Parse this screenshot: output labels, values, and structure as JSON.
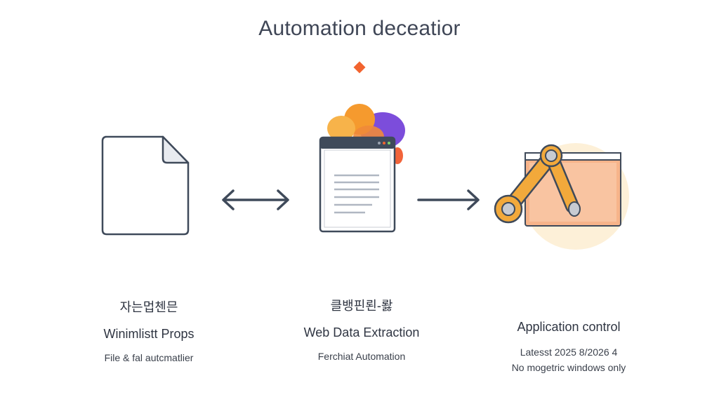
{
  "title": "Automation deceatior",
  "colors": {
    "accent_orange": "#f2642f",
    "outline_dark": "#3f4a5a",
    "robot_orange": "#f2a93b",
    "window_orange": "#f7b48a",
    "blob_purple": "#7c4ddb",
    "blob_orange": "#f59a2e"
  },
  "icons": {
    "left": "document-icon",
    "left_arrow": "double-arrow-icon",
    "middle": "browser-window-icon",
    "right_arrow": "right-arrow-icon",
    "right": "robot-arm-icon"
  },
  "columns": {
    "left": {
      "kr": "자는멉첸믄",
      "main": "Winimlistt Props",
      "sub1": "File & fal autcmatlier"
    },
    "middle": {
      "kr": "클뱅핀뢴-뢇",
      "main": "Web Data Extraction",
      "sub1": "Ferchiat Automation"
    },
    "right": {
      "main": "Application control",
      "sub1": "Latesst 2025 8/2026 4",
      "sub2": "No mogetric windows only"
    }
  }
}
